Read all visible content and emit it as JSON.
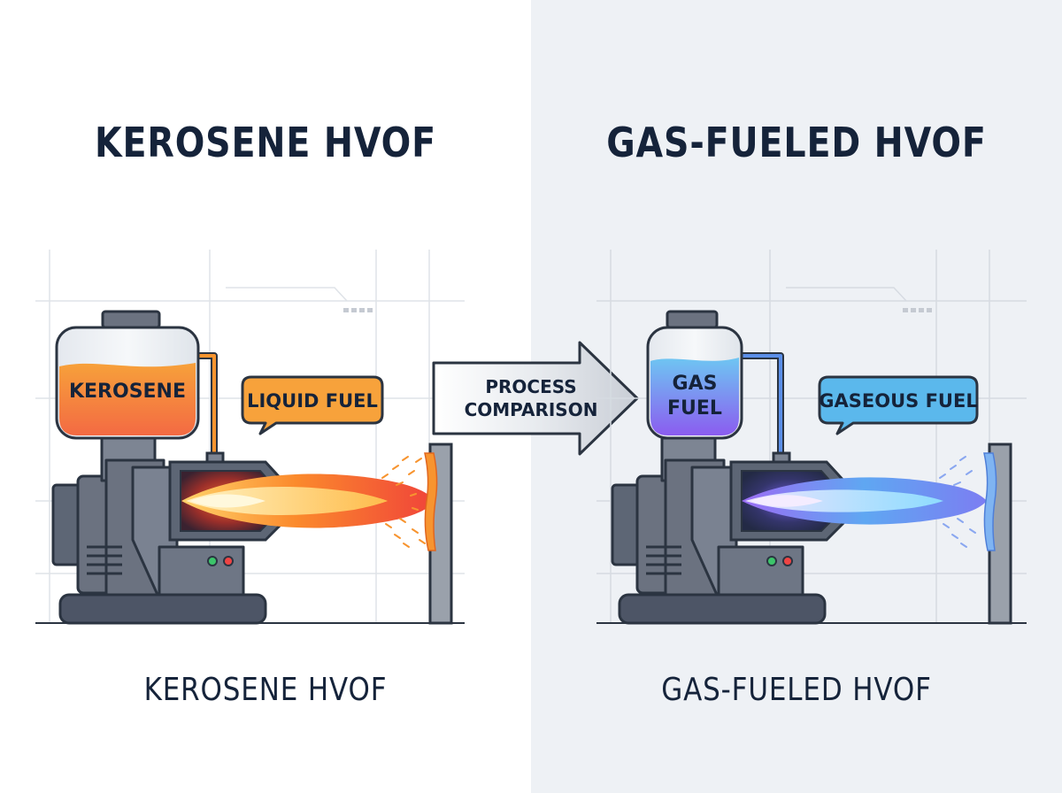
{
  "left": {
    "title": "KEROSENE HVOF",
    "tank_label": "KEROSENE",
    "callout": "LIQUID FUEL",
    "caption": "KEROSENE HVOF"
  },
  "center": {
    "arrow_line1": "PROCESS",
    "arrow_line2": "COMPARISON"
  },
  "right": {
    "title": "GAS-FUELED HVOF",
    "tank_label_line1": "GAS",
    "tank_label_line2": "FUEL",
    "callout": "GASEOUS FUEL",
    "caption": "GAS-FUELED HVOF"
  },
  "colors": {
    "text": "#15233a",
    "outline": "#2b3441",
    "machine": "#6b7280",
    "kerosene_orange": "#f7942f",
    "gas_blue": "#5bb8ec",
    "gas_violet": "#8a5cf0",
    "right_bg": "#eef1f5"
  }
}
